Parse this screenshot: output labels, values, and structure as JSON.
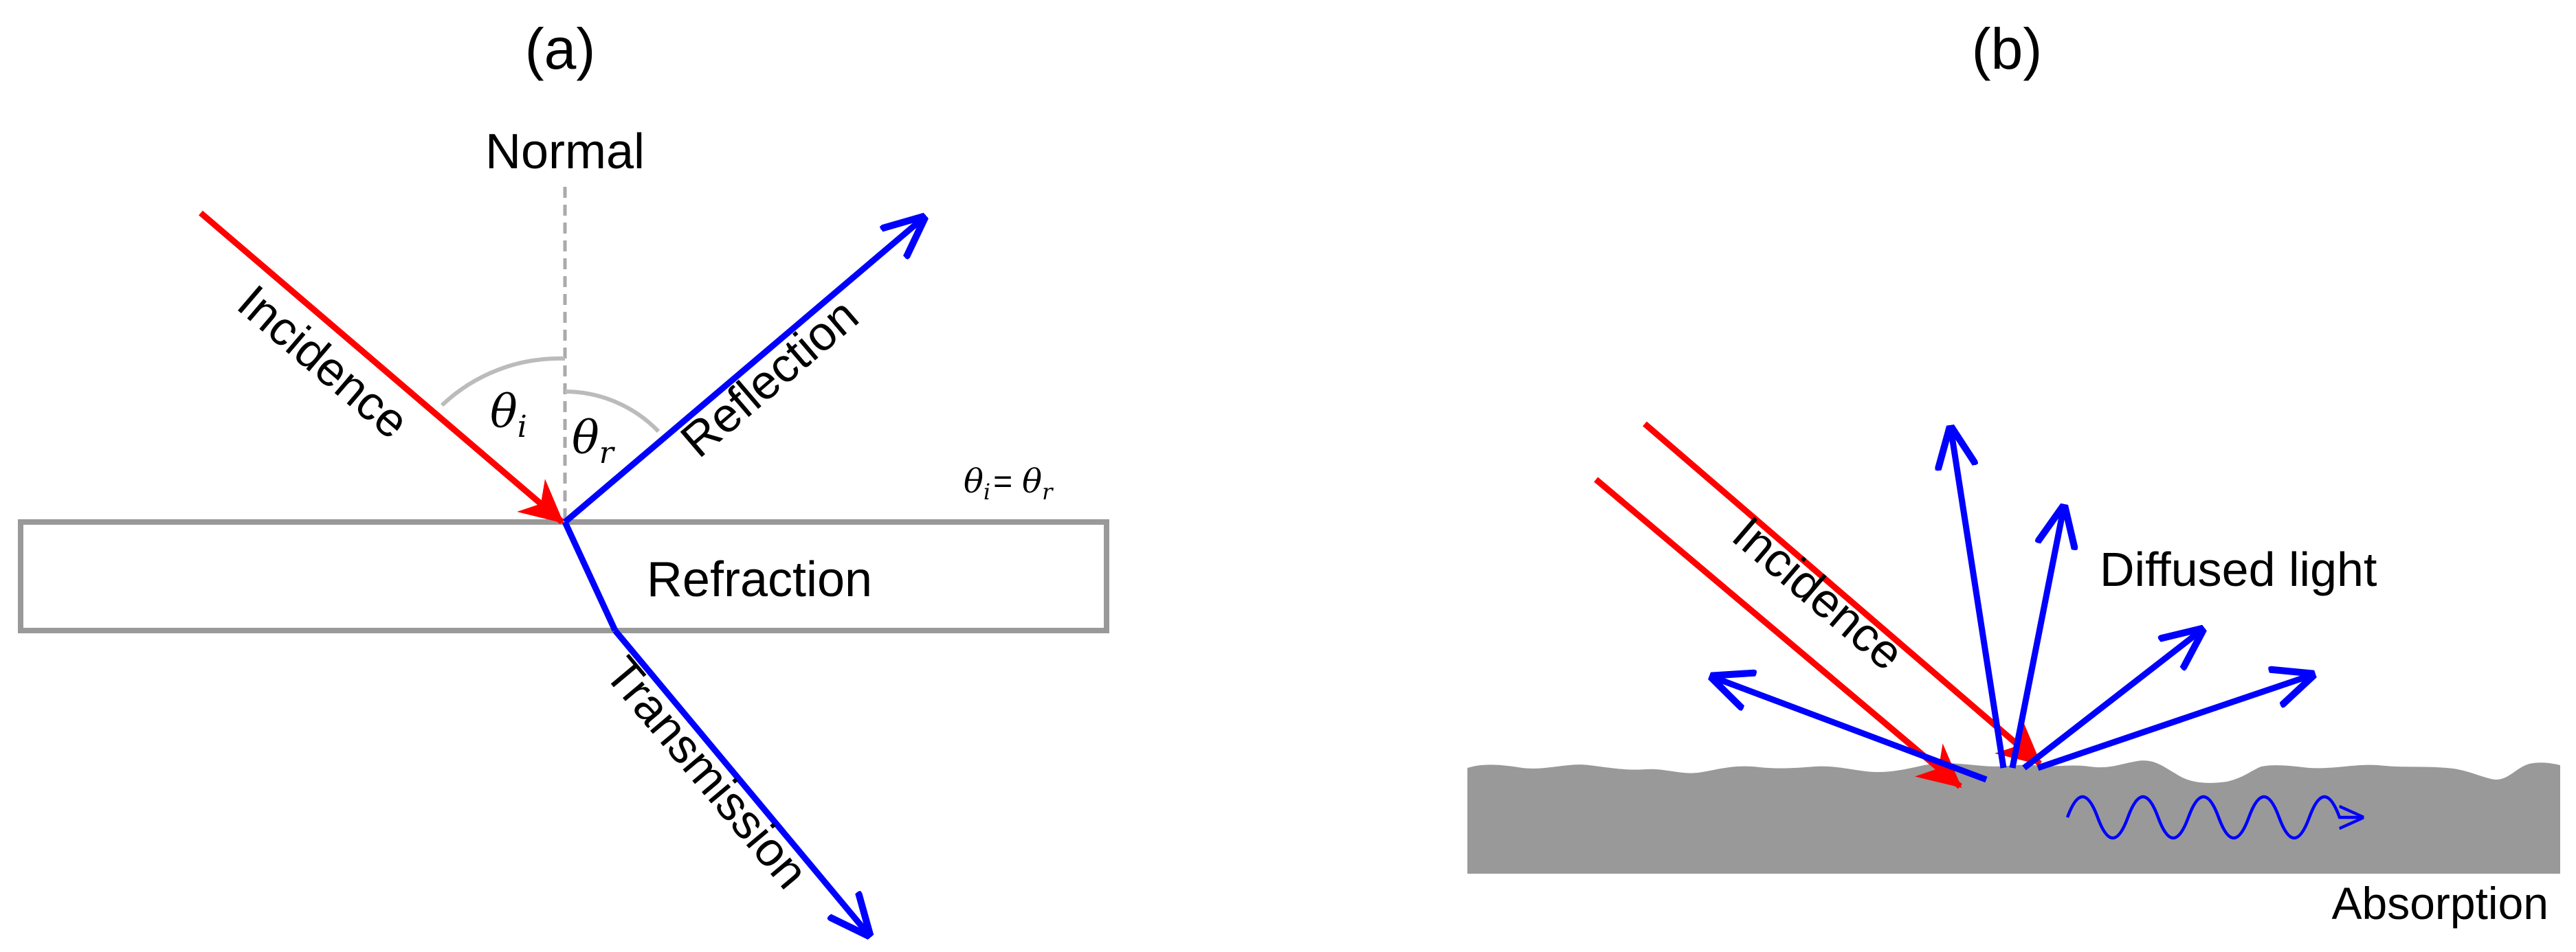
{
  "panel_a": {
    "label": "(a)",
    "normal": "Normal",
    "incidence": "Incidence",
    "reflection": "Reflection",
    "refraction": "Refraction",
    "transmission": "Transmission",
    "theta_symbol": "θ",
    "sub_i": "i",
    "sub_r": "r",
    "equality_op": "="
  },
  "panel_b": {
    "label": "(b)",
    "incidence": "Incidence",
    "diffused_light": "Diffused light",
    "absorption": "Absorption"
  },
  "colors": {
    "incident_ray": "#ff0000",
    "reflected_ray": "#0000ff",
    "surface": "#999999",
    "slab_border": "#999999",
    "angle_arc": "#bbbbbb",
    "text": "#000000"
  }
}
